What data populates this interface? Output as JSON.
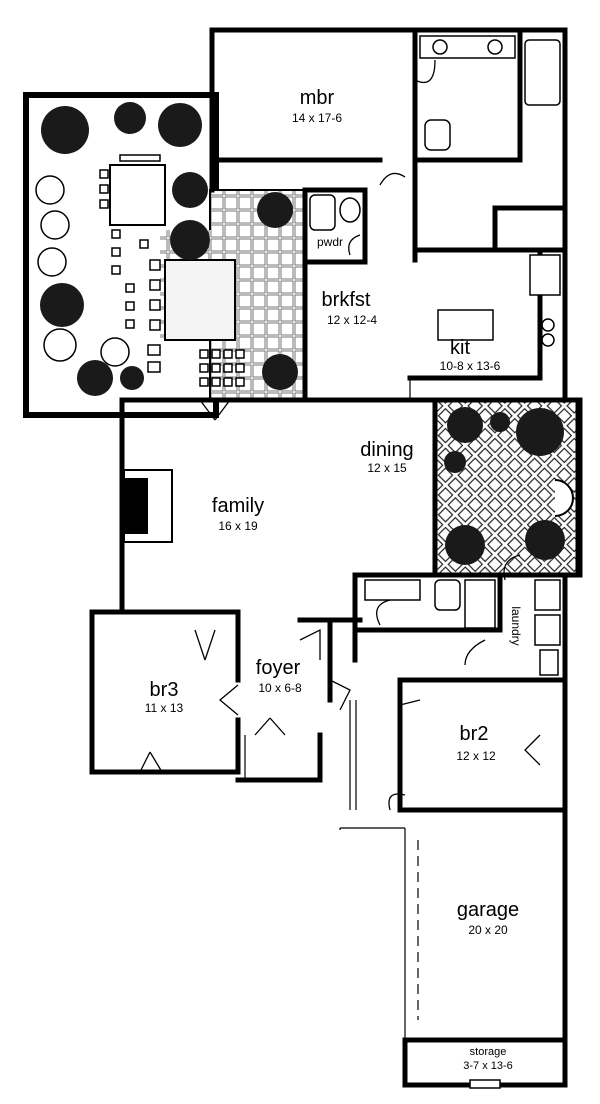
{
  "rooms": {
    "mbr": {
      "name": "mbr",
      "size": "14 x 17-6"
    },
    "pwdr": {
      "name": "pwdr"
    },
    "brkfst": {
      "name": "brkfst",
      "size": "12 x 12-4"
    },
    "kit": {
      "name": "kit",
      "size": "10-8 x 13-6"
    },
    "dining": {
      "name": "dining",
      "size": "12 x 15"
    },
    "family": {
      "name": "family",
      "size": "16 x 19"
    },
    "foyer": {
      "name": "foyer",
      "size": "10 x 6-8"
    },
    "br3": {
      "name": "br3",
      "size": "11 x 13"
    },
    "br2": {
      "name": "br2",
      "size": "12 x 12"
    },
    "laundry": {
      "name": "laundry"
    },
    "garage": {
      "name": "garage",
      "size": "20 x 20"
    },
    "storage": {
      "name": "storage",
      "size": "3-7 x 13-6"
    }
  },
  "colors": {
    "wall": "#000000",
    "paper": "#ffffff",
    "plant": "#1a1a1a"
  }
}
